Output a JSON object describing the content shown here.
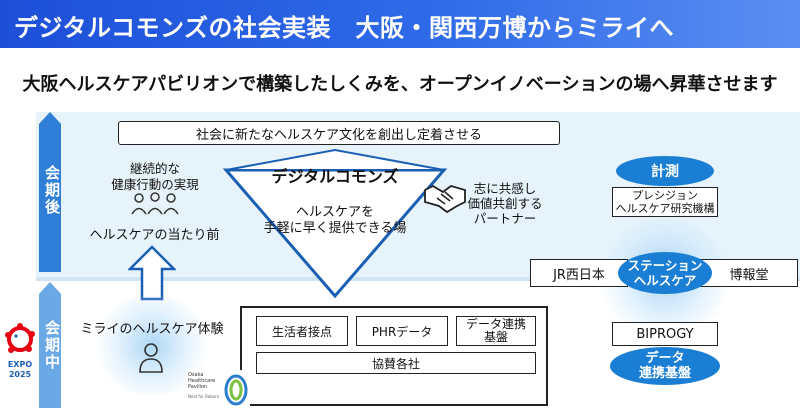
{
  "header": {
    "title": "デジタルコモンズの社会実装　大阪・関西万博からミライへ"
  },
  "subtitle": "大阪ヘルスケアパビリオンで構築したしくみを、オープンイノベーションの場へ昇華させます",
  "phases": {
    "after": "会期後",
    "during": "会期中"
  },
  "top_box": "社会に新たなヘルスケア文化を創出し定着させる",
  "left": {
    "continuous_line1": "継続的な",
    "continuous_line2": "健康行動の実現",
    "norm": "ヘルスケアの当たり前",
    "experience": "ミライのヘルスケア体験"
  },
  "center": {
    "commons": "デジタルコモンズ",
    "desc_line1": "ヘルスケアを",
    "desc_line2": "手軽に早く提供できる場",
    "partner_line1": "志に共感し",
    "partner_line2": "価値共創する",
    "partner_line3": "パートナー"
  },
  "bottom_boxes": {
    "consumer": "生活者接点",
    "phr": "PHRデータ",
    "data_infra_line1": "データ連携",
    "data_infra_line2": "基盤",
    "sponsors": "協賛各社"
  },
  "right": {
    "measure": "計測",
    "precision_line1": "プレシジョン",
    "precision_line2": "ヘルスケア研究機構",
    "jr": "JR西日本",
    "station_line1": "ステーション",
    "station_line2": "ヘルスケア",
    "hakuhodo": "博報堂",
    "biprogy": "BIPROGY",
    "data_base_line1": "データ",
    "data_base_line2": "連携基盤"
  },
  "logos": {
    "expo_line1": "EXPO",
    "expo_line2": "2025",
    "pavilion_line1": "Osaka",
    "pavilion_line2": "Healthcare",
    "pavilion_line3": "Pavilion",
    "pavilion_line4": "Nest for Reborn"
  },
  "colors": {
    "banner": "#1d4fd8",
    "accent": "#1a7fd4",
    "band": "#e6f3fb"
  }
}
